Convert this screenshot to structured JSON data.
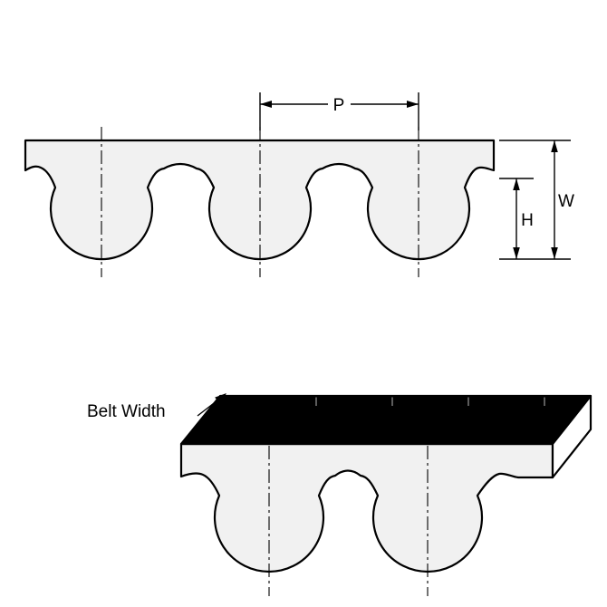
{
  "diagram": {
    "top_view": {
      "pitch_label": "P",
      "width_label": "W",
      "height_label": "H"
    },
    "bottom_view": {
      "belt_width_label": "Belt Width"
    },
    "colors": {
      "line": "#000000",
      "belt_fill": "#f1f1f1",
      "belt_top_surface": "#000000",
      "side_face": "#ffffff",
      "background": "#ffffff"
    }
  }
}
